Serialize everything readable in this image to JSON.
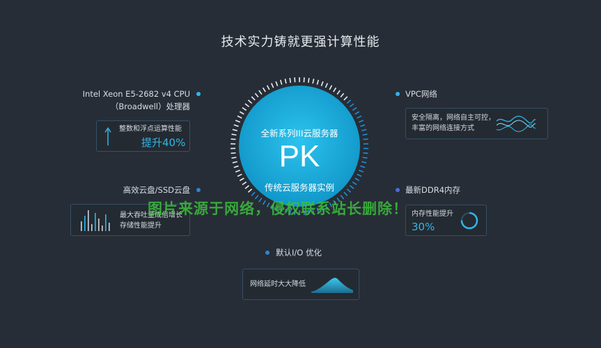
{
  "title": "技术实力铸就更强计算性能",
  "center": {
    "top": "全新系列III云服务器",
    "pk": "PK",
    "bottom": "传统云服务器实例"
  },
  "cpu": {
    "label_line1": "Intel Xeon E5-2682 v4 CPU",
    "label_line2": "（Broadwell）处理器",
    "card_text": "整数和浮点运算性能",
    "card_value": "提升40%"
  },
  "vpc": {
    "label": "VPC网络",
    "card_line1": "安全隔离，网络自主可控，",
    "card_line2": "丰富的网络连接方式"
  },
  "disk": {
    "label": "高效云盘/SSD云盘",
    "card_line1": "最大吞吐量成倍增长",
    "card_line2": "存储性能提升"
  },
  "ddr": {
    "label": "最新DDR4内存",
    "card_text": "内存性能提升",
    "card_value": "30%"
  },
  "io": {
    "label": "默认I/O 优化",
    "card_text": "网络延时大大降低"
  },
  "watermark": "图片来源于网络，侵权联系站长删除！",
  "colors": {
    "background": "#272d36",
    "accent": "#2fb7e6",
    "circle": "#19a9d8",
    "card_border": "#33506a"
  }
}
